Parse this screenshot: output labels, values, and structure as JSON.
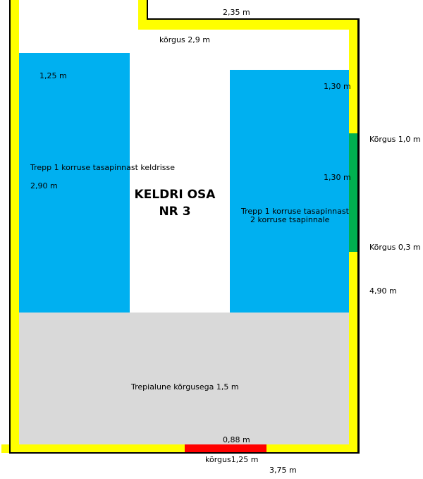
{
  "colors": {
    "wall": "#ffff00",
    "stair": "#00b0f0",
    "under_stair": "#d9d9d9",
    "window": "#00b050",
    "door": "#ff0000",
    "outline": "#000000"
  },
  "title_line1": "KELDRI OSA",
  "title_line2": "NR 3",
  "labels": {
    "top_width": "2,35 m",
    "ceiling_height": "kõrgus 2,9 m",
    "left_stair_width": "1,25 m",
    "left_stair_name": "Trepp 1 korruse tasapinnast keldrisse",
    "left_stair_length": "2,90 m",
    "right_stair_width": "1,30 m",
    "right_stair_width2": "1,30 m",
    "right_stair_name1": "Trepp 1 korruse tasapinnast",
    "right_stair_name2": "2 korruse tsapinnale",
    "window_top": "Kõrgus 1,0 m",
    "window_bottom": "Kõrgus 0,3 m",
    "right_length": "4,90 m",
    "under_stair": "Trepialune kõrgusega 1,5 m",
    "door_width": "0,88 m",
    "door_height": "kõrgus1,25 m",
    "bottom_width": "3,75 m"
  }
}
